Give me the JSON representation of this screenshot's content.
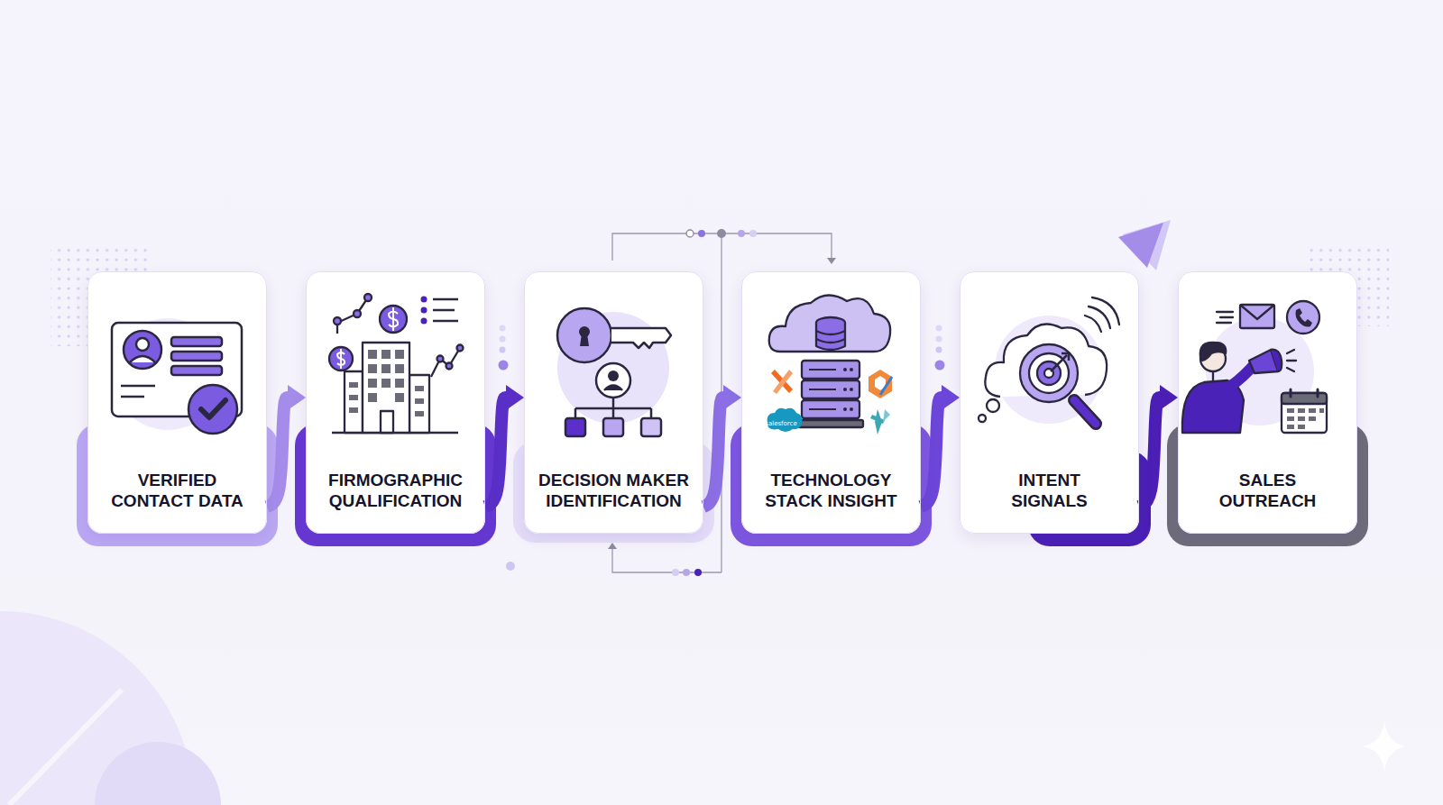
{
  "diagram": {
    "nodes": [
      {
        "text": [
          "VERIFIED CONTACT DATA"
        ]
      },
      {
        "text": [
          "FIRMOGRAPHIC QUALIFICATION"
        ]
      },
      {
        "text": [
          "DECISION MAKER IDENTIFICATION"
        ]
      },
      {
        "text": [
          "TECHNOLOGY STACK INSIGHT"
        ]
      },
      {
        "text": [
          "INTENT SIGNALS"
        ]
      },
      {
        "text": [
          "SALES OUTREACH"
        ]
      }
    ],
    "edges": [
      {
        "from": 0,
        "to": 1,
        "arrow": "to"
      },
      {
        "from": 1,
        "to": 2,
        "arrow": "to"
      },
      {
        "from": 2,
        "to": 3,
        "arrow": "to"
      },
      {
        "from": 3,
        "to": 4,
        "arrow": "to"
      },
      {
        "from": 4,
        "to": 5,
        "arrow": "to"
      }
    ],
    "labels": [
      "salesforce"
    ]
  }
}
